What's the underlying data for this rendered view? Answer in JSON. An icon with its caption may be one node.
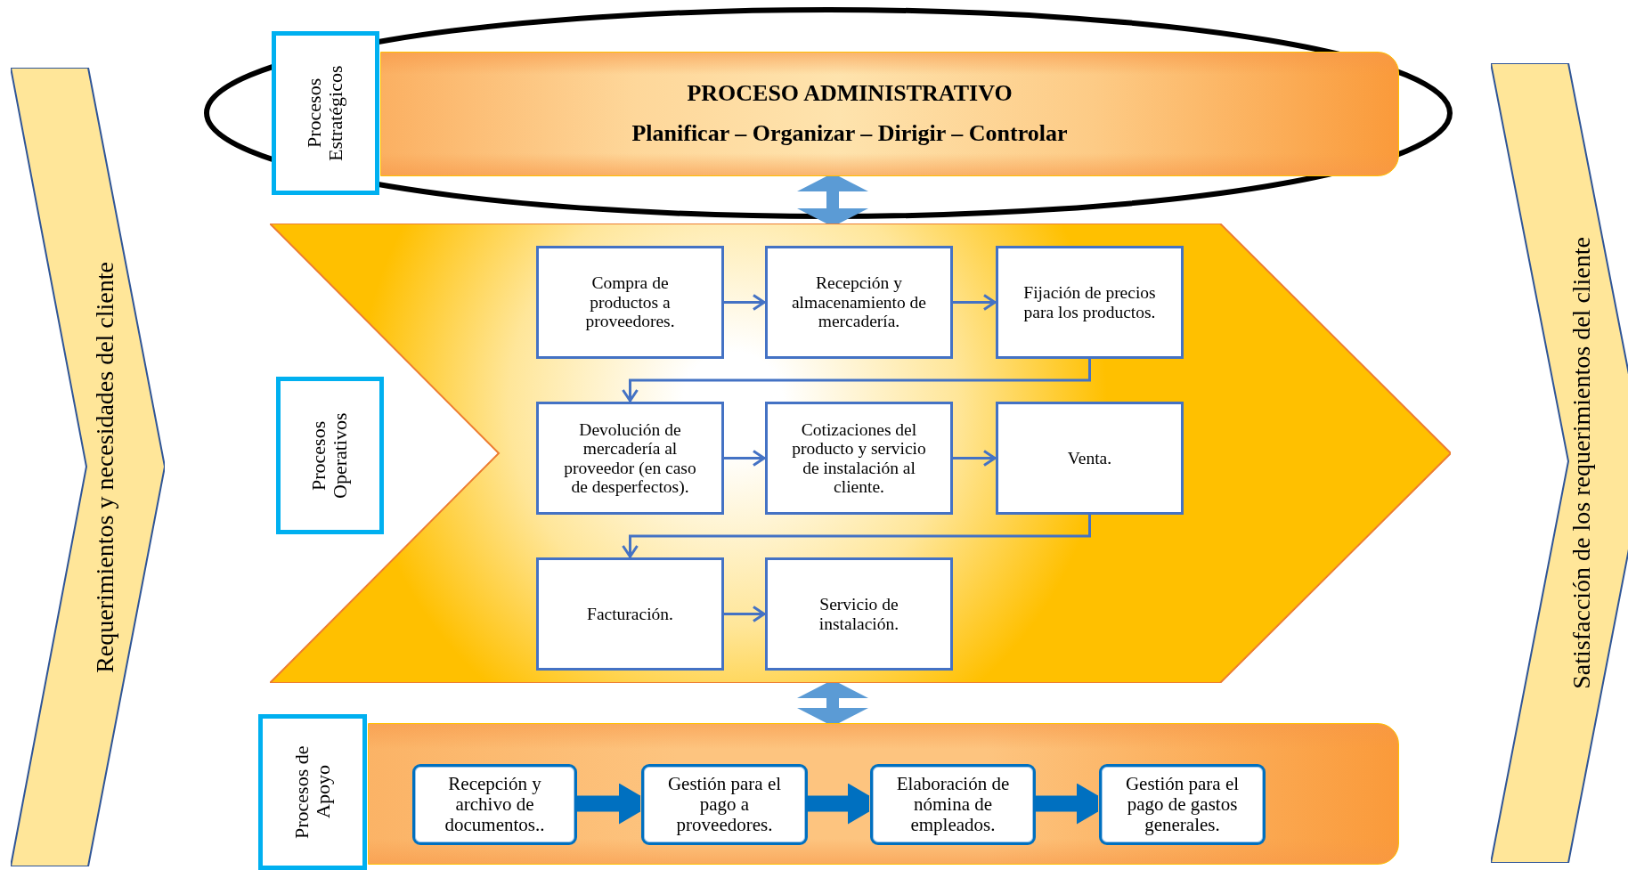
{
  "diagram": {
    "nodes": [
      {
        "text": [
          "Requerimientos y necesidades del cliente"
        ]
      },
      {
        "text": [
          "Procesos Estratégicos"
        ]
      },
      {
        "text": [
          "PROCESO ADMINISTRATIVO",
          "Planificar – Organizar – Dirigir – Controlar"
        ]
      },
      {
        "text": [
          "Procesos Operativos"
        ]
      },
      {
        "text": [],
        "shape": "chevron"
      },
      {
        "text": [
          "Compra de productos a proveedores."
        ],
        "in": 4
      },
      {
        "text": [
          "Recepción y almacenamiento de mercadería."
        ],
        "in": 4
      },
      {
        "text": [
          "Fijación de precios para los productos."
        ],
        "in": 4
      },
      {
        "text": [
          "Devolución de mercadería al proveedor (en caso de desperfectos)."
        ],
        "in": 4
      },
      {
        "text": [
          "Cotizaciones del producto y servicio de instalación al cliente."
        ],
        "in": 4
      },
      {
        "text": [
          "Venta."
        ],
        "in": 4
      },
      {
        "text": [
          "Facturación."
        ],
        "in": 4
      },
      {
        "text": [
          "Servicio de instalación."
        ],
        "in": 4
      },
      {
        "text": [
          "Procesos de Apoyo"
        ]
      },
      {
        "text": [],
        "shape": "box"
      },
      {
        "text": [
          "Recepción y archivo de documentos.."
        ],
        "in": 14
      },
      {
        "text": [
          "Gestión para el pago a proveedores."
        ],
        "in": 14
      },
      {
        "text": [
          "Elaboración de nómina de empleados."
        ],
        "in": 14
      },
      {
        "text": [
          "Gestión para el pago de gastos generales."
        ],
        "in": 14
      },
      {
        "text": [
          "Satisfacción de los requerimientos del cliente"
        ]
      }
    ],
    "edges": [
      {
        "from": 2,
        "to": 4,
        "arrow": "both",
        "style": "thick",
        "color": "#5b9bd5"
      },
      {
        "from": 4,
        "to": 14,
        "arrow": "both",
        "style": "thick",
        "color": "#5b9bd5"
      },
      {
        "from": 5,
        "to": 6,
        "arrow": "to"
      },
      {
        "from": 6,
        "to": 7,
        "arrow": "to"
      },
      {
        "from": 7,
        "to": 8,
        "arrow": "to"
      },
      {
        "from": 8,
        "to": 9,
        "arrow": "to"
      },
      {
        "from": 9,
        "to": 10,
        "arrow": "to"
      },
      {
        "from": 10,
        "to": 11,
        "arrow": "to"
      },
      {
        "from": 11,
        "to": 12,
        "arrow": "to"
      },
      {
        "from": 15,
        "to": 16,
        "arrow": "to",
        "style": "thick",
        "color": "#0070c0"
      },
      {
        "from": 16,
        "to": 17,
        "arrow": "to",
        "style": "thick",
        "color": "#0070c0"
      },
      {
        "from": 17,
        "to": 18,
        "arrow": "to",
        "style": "thick",
        "color": "#0070c0"
      }
    ]
  }
}
